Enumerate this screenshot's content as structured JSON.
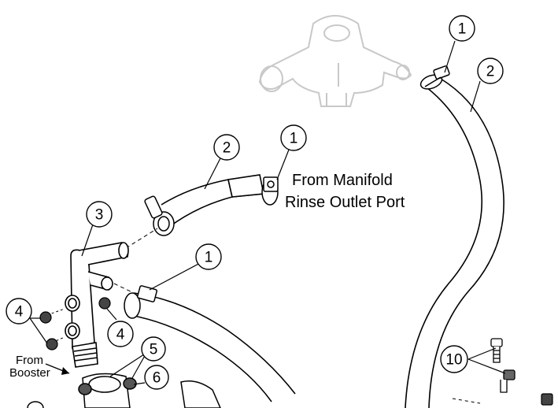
{
  "diagram": {
    "labels": {
      "from_manifold_line1": "From Manifold",
      "from_manifold_line2": "Rinse Outlet Port",
      "from_booster_line1": "From",
      "from_booster_line2": "Booster"
    },
    "callouts": {
      "c1_top_right": "1",
      "c2_top_right": "2",
      "c2_middle": "2",
      "c1_middle": "1",
      "c3": "3",
      "c1_lower": "1",
      "c4_left": "4",
      "c4_right": "4",
      "c5": "5",
      "c6": "6",
      "c10": "10"
    },
    "colors": {
      "line": "#000000",
      "ghost_part": "#c8c8c8",
      "background": "#ffffff"
    }
  }
}
